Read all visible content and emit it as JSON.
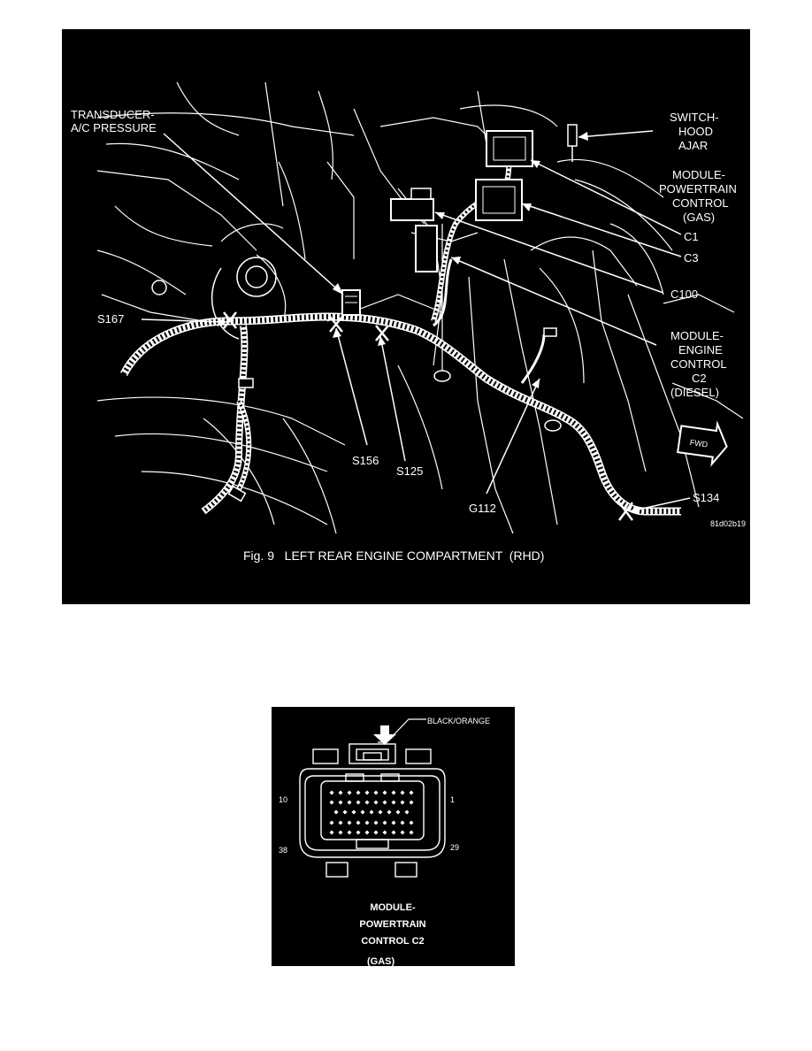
{
  "figure1": {
    "caption": "Fig. 9   LEFT REAR ENGINE COMPARTMENT  (RHD)",
    "image_code": "81d02b19",
    "fwd_label": "FWD",
    "labels": {
      "transducer_1": "TRANSDUCER-",
      "transducer_2": "A/C PRESSURE",
      "switch_1": "SWITCH-",
      "switch_2": "HOOD",
      "switch_3": "AJAR",
      "pcm_1": "MODULE-",
      "pcm_2": "POWERTRAIN",
      "pcm_3": "CONTROL",
      "pcm_4": "(GAS)",
      "c1": "C1",
      "c3": "C3",
      "c100": "C100",
      "ecm_1": "MODULE-",
      "ecm_2": "ENGINE",
      "ecm_3": "CONTROL",
      "ecm_4": "C2",
      "ecm_5": "(DIESEL)",
      "s167": "S167",
      "s156": "S156",
      "s125": "S125",
      "g112": "G112",
      "s134": "S134"
    }
  },
  "figure2": {
    "wire_color": "BLACK/ORANGE",
    "pin_10": "10",
    "pin_1": "1",
    "pin_38": "38",
    "pin_29": "29",
    "title_1": "MODULE-",
    "title_2": "POWERTRAIN",
    "title_3": "CONTROL C2",
    "title_4": "(GAS)"
  }
}
